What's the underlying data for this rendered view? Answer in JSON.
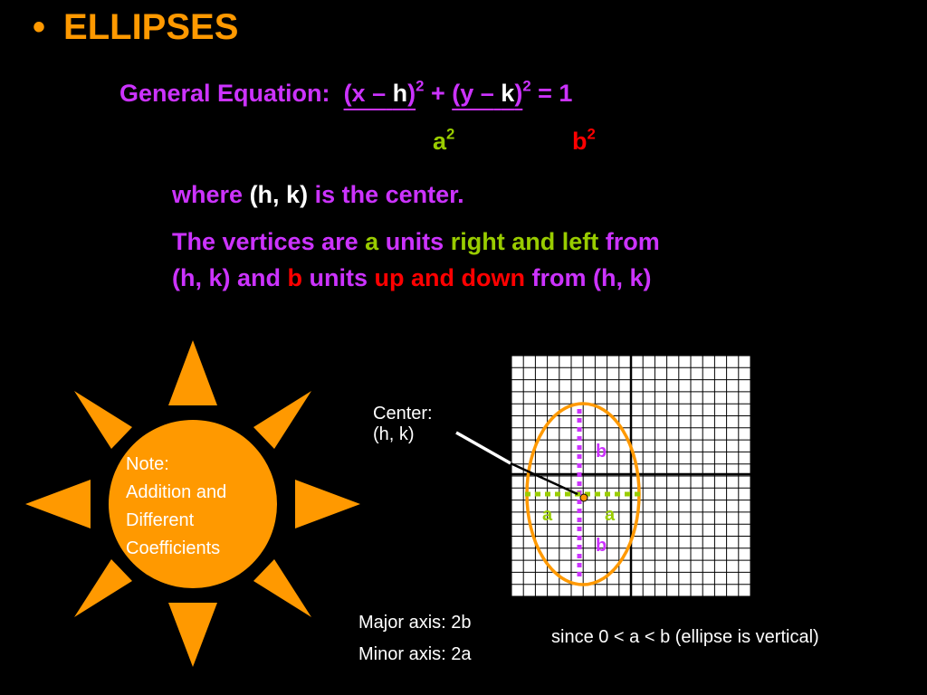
{
  "title": {
    "bullet": "•",
    "text": "ELLIPSES"
  },
  "equation": {
    "label": "General Equation:",
    "t1_open": "(x –",
    "t1_h": "h",
    "t1_close": ")",
    "sup2": "2",
    "plus": "+",
    "t2_open": "(y –",
    "t2_k": "k",
    "t2_close": ")",
    "equals": "= 1",
    "den_a": "a",
    "den_b": "b"
  },
  "where_line": {
    "p1": "where",
    "p2": "(h, k)",
    "p3": "is the center."
  },
  "vertices": {
    "l1_p1": "The vertices are",
    "l1_a": "a",
    "l1_units": "units",
    "l1_right": "right",
    "l1_and_left": "and left",
    "l1_from": "from",
    "l2_hk": "(h, k) and",
    "l2_b": "b",
    "l2_units": "units",
    "l2_up": "up and down",
    "l2_from": "from (h, k)"
  },
  "note": {
    "line1": "Note:",
    "line2": "Addition and",
    "line3": "Different",
    "line4": "Coefficients"
  },
  "center_label": {
    "line1": "Center:",
    "line2": "(h, k)"
  },
  "grid_labels": {
    "b_top": "b",
    "b_bottom": "b",
    "a_left": "a",
    "a_right": "a"
  },
  "axes": {
    "major": "Major axis:  2b",
    "minor": "Minor axis:  2a"
  },
  "since": "since 0 < a < b  (ellipse is vertical)",
  "colors": {
    "orange": "#ff9900",
    "purple": "#cc33ff",
    "green": "#99cc00",
    "red": "#ff0000"
  }
}
